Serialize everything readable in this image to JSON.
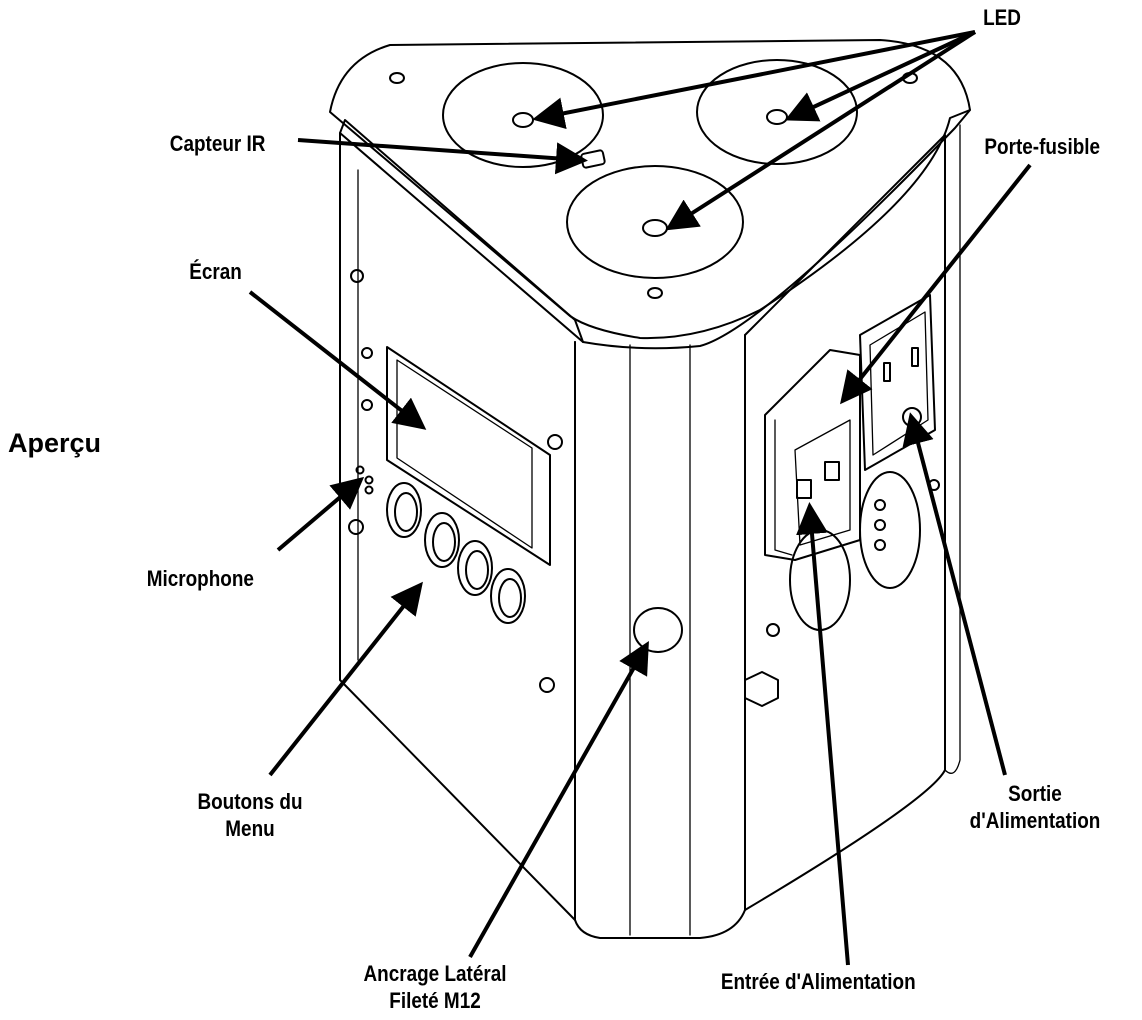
{
  "section_title": "Aperçu",
  "labels": {
    "led": "LED",
    "ir_sensor": "Capteur IR",
    "fuse_holder": "Porte-fusible",
    "screen": "Écran",
    "microphone": "Microphone",
    "menu_buttons_line1": "Boutons du",
    "menu_buttons_line2": "Menu",
    "side_mount_line1": "Ancrage Latéral",
    "side_mount_line2": "Fileté M12",
    "power_in": "Entrée d'Alimentation",
    "power_out_line1": "Sortie",
    "power_out_line2": "d'Alimentation"
  }
}
